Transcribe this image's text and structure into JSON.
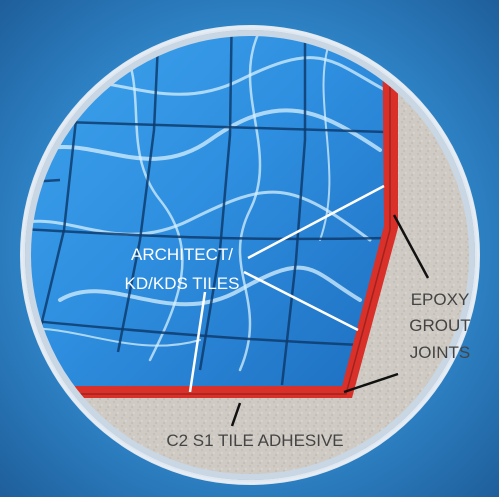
{
  "diagram": {
    "labels": {
      "tiles_line1": "ARCHITECT/",
      "tiles_line2": "KD/KDS TILES",
      "grout_line1": "EPOXY",
      "grout_line2": "GROUT",
      "grout_line3": "JOINTS",
      "adhesive": "C2 S1 TILE ADHESIVE"
    },
    "colors": {
      "background": "#2a7fc0",
      "circle_border": "#c9d6e3",
      "concrete": "#cfcbc4",
      "water": "#2e8fd8",
      "tile_grid": "#0d3c6e",
      "adhesive_layer": "#d9302a",
      "label_white": "#ffffff",
      "label_dark": "#444444"
    },
    "icons": [
      "magnifier-circle-icon"
    ]
  }
}
